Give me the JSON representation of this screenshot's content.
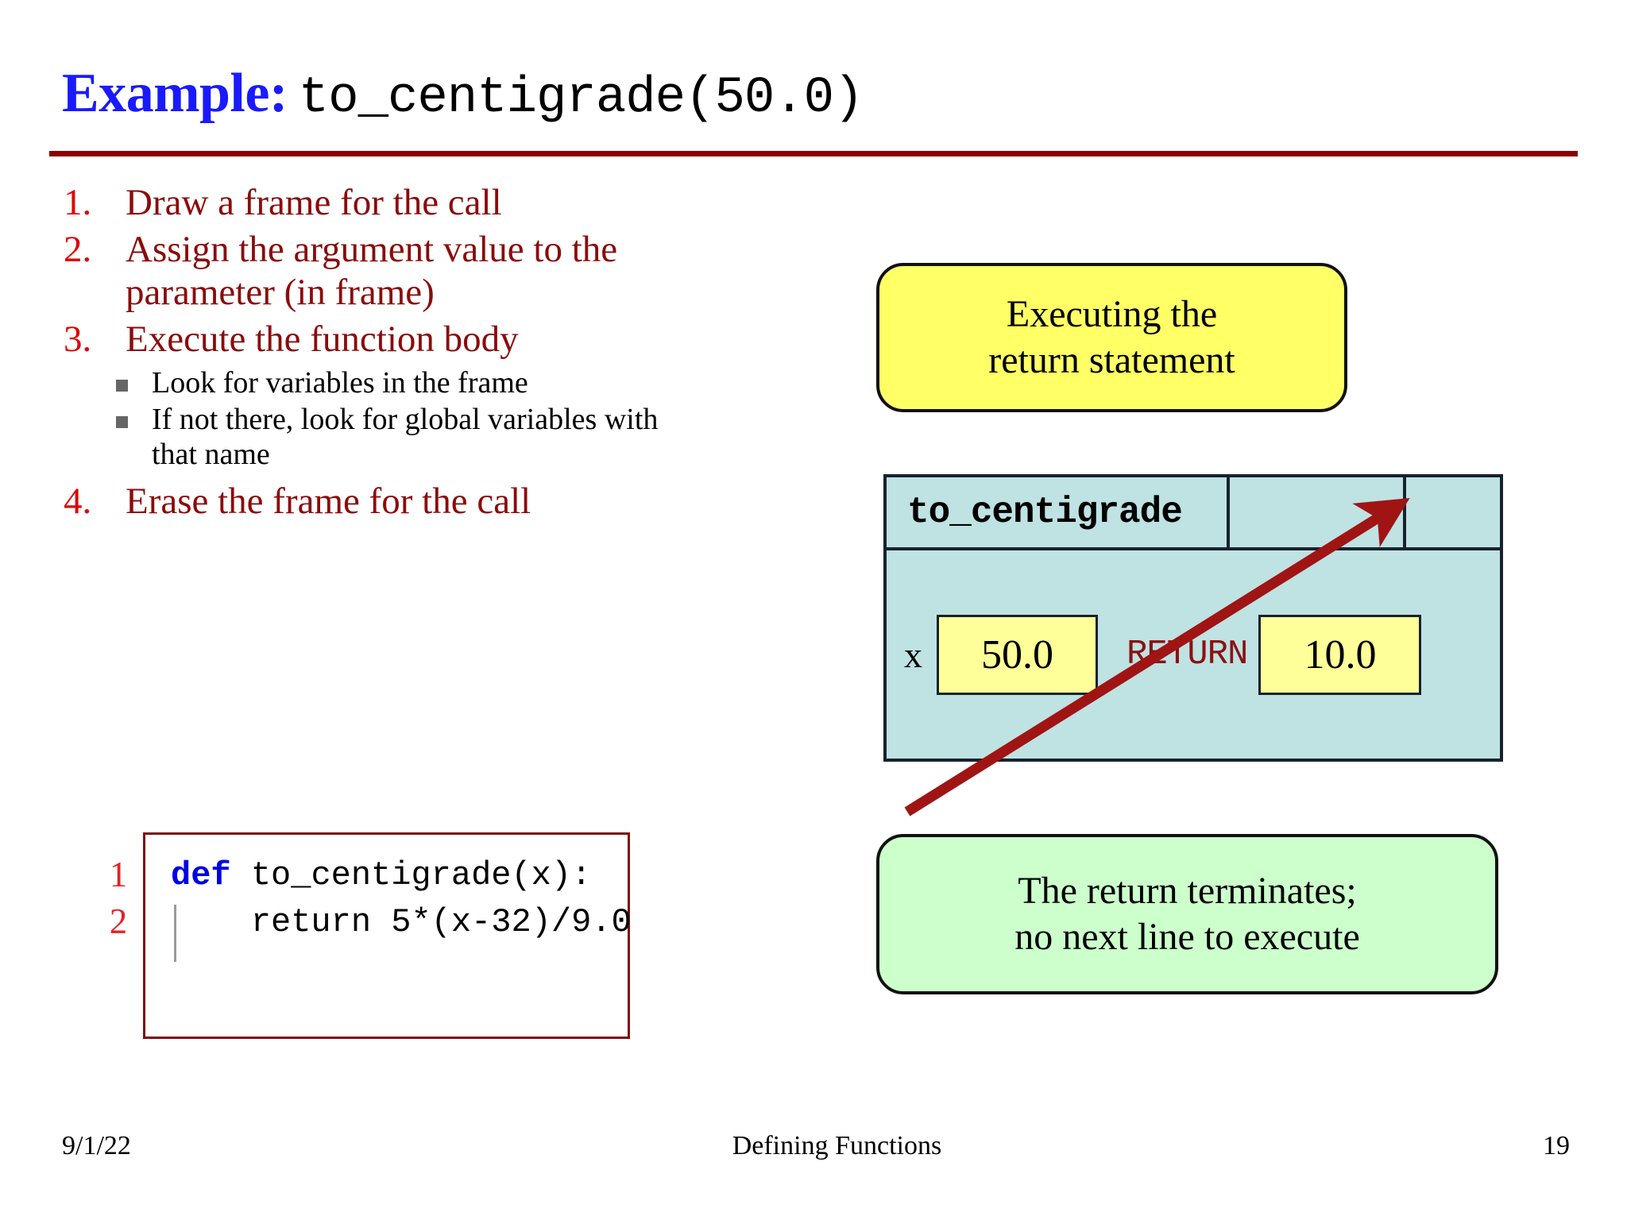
{
  "title": {
    "prefix": "Example:",
    "call": "to_centigrade(50.0)"
  },
  "steps": [
    {
      "num": "1.",
      "text": "Draw a frame for the call",
      "subs": []
    },
    {
      "num": "2.",
      "text": "Assign the argument value to the parameter (in frame)",
      "subs": []
    },
    {
      "num": "3.",
      "text": "Execute the function body",
      "subs": [
        "Look for variables in the frame",
        "If not there, look for global variables with that name"
      ]
    },
    {
      "num": "4.",
      "text": "Erase the frame for the call",
      "subs": []
    }
  ],
  "code": {
    "line_numbers": [
      "1",
      "2"
    ],
    "lines": [
      {
        "keyword": "def",
        "rest": " to_centigrade(x):"
      },
      {
        "keyword": "",
        "rest": "    return 5*(x-32)/9.0"
      }
    ]
  },
  "callouts": {
    "top": {
      "line1": "Executing the",
      "line2": "return statement",
      "color": "#ffff66"
    },
    "bottom": {
      "line1": "The return terminates;",
      "line2": "no next line to execute",
      "color": "#ccffcc"
    }
  },
  "frame": {
    "name": "to_centigrade",
    "variable_label": "x",
    "variable_value": "50.0",
    "return_label": "RETURN",
    "return_value": "10.0",
    "fill_color": "#bfe2e3",
    "value_box_color": "#ffff99",
    "arrow_color": "#a01414"
  },
  "footer": {
    "date": "9/1/22",
    "center": "Defining Functions",
    "page": "19"
  }
}
